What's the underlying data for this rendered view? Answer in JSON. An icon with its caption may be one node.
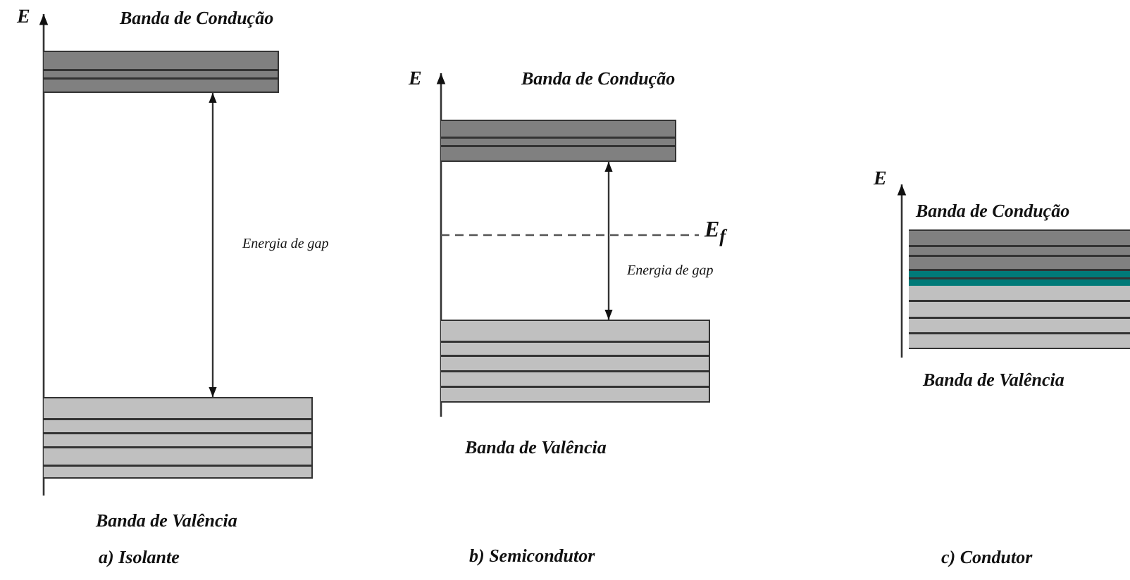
{
  "diagram": {
    "nodes": [
      {
        "text": [
          "Banda de Condução"
        ]
      },
      {
        "text": [
          "Banda de Valência"
        ]
      },
      {
        "text": [
          "Banda de Condução"
        ]
      },
      {
        "text": [
          "Banda de Valência"
        ]
      },
      {
        "text": [
          "Banda de Condução"
        ]
      },
      {
        "text": [
          "Banda de Valência"
        ]
      }
    ],
    "edges": [
      {
        "from": 0,
        "to": 1,
        "arrow": "both",
        "label": "Energia de gap"
      },
      {
        "from": 2,
        "to": 3,
        "arrow": "both",
        "label": "Energia de gap"
      }
    ],
    "labels": [
      "E",
      "E",
      "E$_{f}$",
      "E",
      "a) Isolante",
      "b) Semicondutor",
      "c) Condutor"
    ]
  }
}
